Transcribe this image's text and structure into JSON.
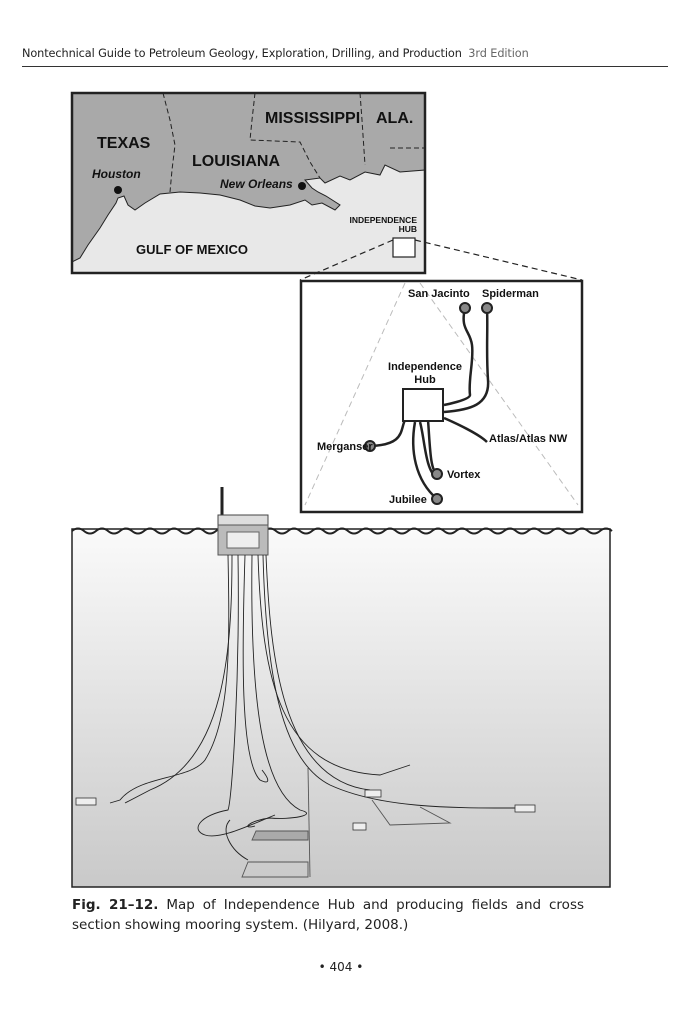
{
  "header": {
    "title": "Nontechnical Guide to Petroleum Geology, Exploration, Drilling, and Production",
    "edition": "3rd Edition"
  },
  "map": {
    "states": [
      "TEXAS",
      "LOUISIANA",
      "MISSISSIPPI",
      "ALA."
    ],
    "cities": [
      "Houston",
      "New Orleans"
    ],
    "water": "GULF OF MEXICO",
    "hub_label_1": "INDEPENDENCE",
    "hub_label_2": "HUB"
  },
  "inset": {
    "hub_1": "Independence",
    "hub_2": "Hub",
    "fields": [
      "San Jacinto",
      "Spiderman",
      "Atlas/Atlas NW",
      "Merganser",
      "Vortex",
      "Jubilee"
    ]
  },
  "caption": {
    "label": "Fig. 21–12.",
    "text": "Map of Independence Hub and producing fields and cross section showing mooring system. (Hilyard, 2008.)"
  },
  "page_number": "• 404 •"
}
